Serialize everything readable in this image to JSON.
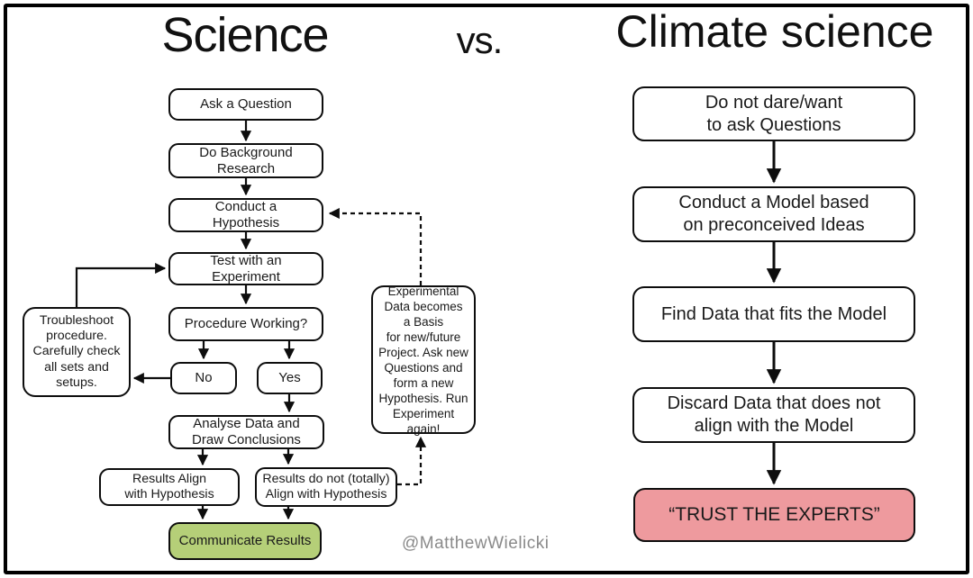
{
  "titles": {
    "science": "Science",
    "vs": "vs.",
    "climate": "Climate science"
  },
  "watermark": "@MatthewWielicki",
  "colors": {
    "box_fill": "#ffffff",
    "line": "#0d0d0d",
    "communicate_green": "#b5cf78",
    "trust_pink": "#ee9a9e",
    "watermark_gray": "#8a8a8a"
  },
  "science_flow": {
    "nodes": {
      "ask": "Ask a Question",
      "background": "Do Background\nResearch",
      "hypothesis": "Conduct a\nHypothesis",
      "test": "Test with an\nExperiment",
      "procedure": "Procedure Working?",
      "no": "No",
      "yes": "Yes",
      "analyse": "Analyse Data and\nDraw Conclusions",
      "results_align": "Results Align\nwith Hypothesis",
      "results_not_align": "Results do not (totally)\nAlign with Hypothesis",
      "communicate": "Communicate Results",
      "troubleshoot": "Troubleshoot\nprocedure.\nCarefully check\nall sets and\nsetups.",
      "experimental": "Experimental\nData becomes\na Basis\nfor new/future\nProject. Ask new\nQuestions and\nform a new\nHypothesis. Run\nExperiment again!"
    }
  },
  "climate_flow": {
    "nodes": {
      "no_questions": "Do not dare/want\nto ask Questions",
      "model": "Conduct a Model based\non preconceived Ideas",
      "find_data": "Find Data that fits the Model",
      "discard_data": "Discard Data that does not\nalign with the Model",
      "trust": "“TRUST THE EXPERTS”"
    }
  }
}
